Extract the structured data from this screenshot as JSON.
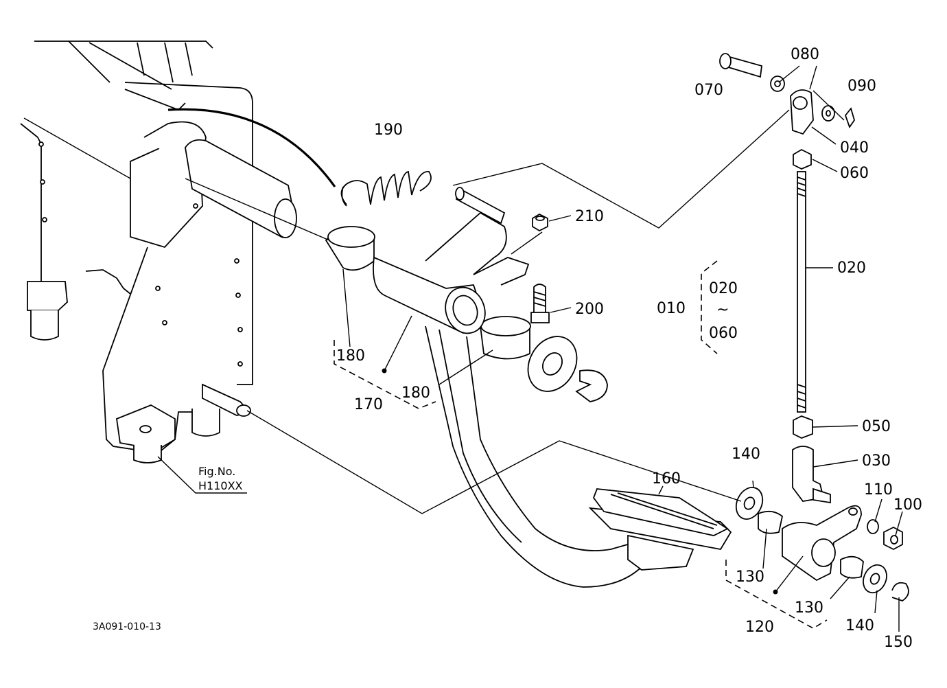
{
  "labels": {
    "p010": "010",
    "p020": "020",
    "p020b": "020",
    "tilde": "~",
    "p060b": "060",
    "p030": "030",
    "p040": "040",
    "p050": "050",
    "p060": "060",
    "p070": "070",
    "p080": "080",
    "p090": "090",
    "p100": "100",
    "p110": "110",
    "p120": "120",
    "p130a": "130",
    "p130b": "130",
    "p140a": "140",
    "p140b": "140",
    "p150": "150",
    "p160": "160",
    "p170": "170",
    "p180a": "180",
    "p180b": "180",
    "p190": "190",
    "p200": "200",
    "p210": "210"
  },
  "figref": {
    "line1": "Fig.No.",
    "line2": "H110XX"
  },
  "drawing_code": "3A091-010-13"
}
